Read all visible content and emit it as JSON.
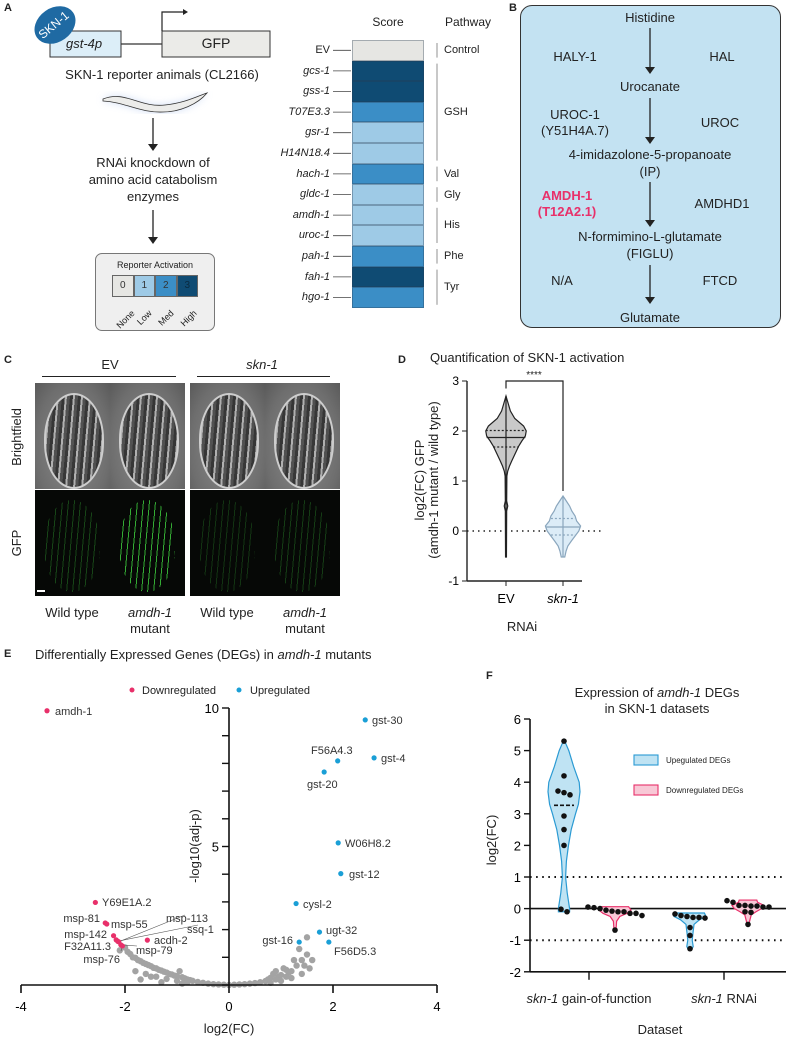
{
  "panel_labels": {
    "a": "A",
    "b": "B",
    "c": "C",
    "d": "D",
    "e": "E",
    "f": "F"
  },
  "colors": {
    "score_0": "#e6e6e3",
    "score_1": "#9ecae6",
    "score_2": "#3b8ec6",
    "score_3": "#0f4b73",
    "downregulated": "#e8306a",
    "upregulated": "#1a9fd6",
    "nonsignificant": "#a3a3a3",
    "pathway_box": "#c3e2f2"
  },
  "panel_a": {
    "factor": "SKN-1",
    "promoter": "gst-4p",
    "reporter": "GFP",
    "strain": "SKN-1 reporter animals (CL2166)",
    "step": [
      "RNAi knockdown of",
      "amino acid catabolism",
      "enzymes"
    ],
    "legend": {
      "title": "Reporter Activation",
      "levels": [
        {
          "value": "0",
          "label": "None"
        },
        {
          "value": "1",
          "label": "Low"
        },
        {
          "value": "2",
          "label": "Med"
        },
        {
          "value": "3",
          "label": "High"
        }
      ]
    },
    "heatmap": {
      "score_header": "Score",
      "pathway_header": "Pathway",
      "rows": [
        {
          "gene": "EV",
          "score": 0
        },
        {
          "gene": "gcs-1",
          "score": 3
        },
        {
          "gene": "gss-1",
          "score": 3
        },
        {
          "gene": "T07E3.3",
          "score": 2
        },
        {
          "gene": "gsr-1",
          "score": 1
        },
        {
          "gene": "H14N18.4",
          "score": 1
        },
        {
          "gene": "hach-1",
          "score": 2
        },
        {
          "gene": "gldc-1",
          "score": 1
        },
        {
          "gene": "amdh-1",
          "score": 1
        },
        {
          "gene": "uroc-1",
          "score": 1
        },
        {
          "gene": "pah-1",
          "score": 2
        },
        {
          "gene": "fah-1",
          "score": 3
        },
        {
          "gene": "hgo-1",
          "score": 2
        }
      ],
      "pathways": [
        {
          "name": "Control",
          "first": 0,
          "last": 0
        },
        {
          "name": "GSH",
          "first": 1,
          "last": 5
        },
        {
          "name": "Val",
          "first": 6,
          "last": 6
        },
        {
          "name": "Gly",
          "first": 7,
          "last": 7
        },
        {
          "name": "His",
          "first": 8,
          "last": 9
        },
        {
          "name": "Phe",
          "first": 10,
          "last": 10
        },
        {
          "name": "Tyr",
          "first": 11,
          "last": 12
        }
      ]
    }
  },
  "panel_b": {
    "metabolites": [
      "Histidine",
      "Urocanate",
      "4-imidazolone-5-propanoate",
      "(IP)",
      "N-formimino-L-glutamate",
      "(FIGLU)",
      "Glutamate"
    ],
    "worm_enzymes": [
      "HALY-1",
      "UROC-1",
      "(Y51H4A.7)",
      "AMDH-1",
      "(T12A2.1)",
      "N/A"
    ],
    "human_enzymes": [
      "HAL",
      "UROC",
      "AMDHD1",
      "FTCD"
    ]
  },
  "panel_c": {
    "groups": [
      "EV",
      "skn-1"
    ],
    "rows": [
      "Brightfield",
      "GFP"
    ],
    "columns": [
      {
        "line1": "Wild type",
        "line2": ""
      },
      {
        "line1": "amdh-1",
        "line2": "mutant"
      },
      {
        "line1": "Wild type",
        "line2": ""
      },
      {
        "line1": "amdh-1",
        "line2": "mutant"
      }
    ],
    "gfp_brightness": [
      0.35,
      0.95,
      0.25,
      0.3
    ]
  },
  "panel_d": {
    "chart_data": {
      "type": "violin",
      "title": "Quantification of SKN-1 activation",
      "ylabel_lines": [
        "log2(FC) GFP",
        "(amdh-1 mutant / wild type)"
      ],
      "xlabel": "RNAi",
      "ylim": [
        -1,
        3
      ],
      "yticks": [
        -1,
        0,
        1,
        2,
        3
      ],
      "reference_line": 0,
      "significance": "****",
      "groups": [
        {
          "name": "EV",
          "min": -0.52,
          "q1": 1.68,
          "median": 1.87,
          "q3": 2.01,
          "max": 2.7,
          "fill": "#c9c9c9",
          "stroke": "#222",
          "density": [
            [
              2.7,
              0
            ],
            [
              2.55,
              0.1
            ],
            [
              2.4,
              0.2
            ],
            [
              2.25,
              0.4
            ],
            [
              2.1,
              0.8
            ],
            [
              2.0,
              0.92
            ],
            [
              1.9,
              0.88
            ],
            [
              1.8,
              0.72
            ],
            [
              1.7,
              0.58
            ],
            [
              1.55,
              0.42
            ],
            [
              1.4,
              0.26
            ],
            [
              1.3,
              0.16
            ],
            [
              1.2,
              0.08
            ],
            [
              1.1,
              0.04
            ],
            [
              0.6,
              0.03
            ],
            [
              0.5,
              0.08
            ],
            [
              0.4,
              0.03
            ],
            [
              -0.52,
              0.02
            ]
          ]
        },
        {
          "name": "skn-1",
          "min": -0.52,
          "q1": -0.08,
          "median": 0.08,
          "q3": 0.25,
          "max": 0.7,
          "fill": "#dcecf7",
          "stroke": "#8aa6bd",
          "density": [
            [
              0.7,
              0
            ],
            [
              0.6,
              0.15
            ],
            [
              0.5,
              0.3
            ],
            [
              0.4,
              0.4
            ],
            [
              0.3,
              0.55
            ],
            [
              0.2,
              0.62
            ],
            [
              0.1,
              0.8
            ],
            [
              0.0,
              0.72
            ],
            [
              -0.1,
              0.55
            ],
            [
              -0.2,
              0.38
            ],
            [
              -0.3,
              0.22
            ],
            [
              -0.4,
              0.14
            ],
            [
              -0.52,
              0.08
            ]
          ]
        }
      ]
    }
  },
  "panel_e": {
    "title_parts": [
      {
        "text": "Differentially Expressed Genes (DEGs) in ",
        "italic": false
      },
      {
        "text": "amdh-1",
        "italic": true
      },
      {
        "text": " mutants",
        "italic": false
      }
    ],
    "chart_data": {
      "type": "scatter",
      "xlabel": "log2(FC)",
      "ylabel": "-log10(adj-p)",
      "xlim": [
        -4,
        4
      ],
      "ylim": [
        0,
        10
      ],
      "xticks": [
        -4,
        -2,
        0,
        2,
        4
      ],
      "yticks_labeled": [
        5,
        10
      ],
      "legend": [
        {
          "name": "Downregulated",
          "color": "#e8306a"
        },
        {
          "name": "Upregulated",
          "color": "#1a9fd6"
        }
      ],
      "legend_position": "top",
      "significant": [
        {
          "gene": "amdh-1",
          "x": -3.5,
          "y": 9.9,
          "dir": "down"
        },
        {
          "gene": "Y69E1A.2",
          "x": -2.57,
          "y": 2.98,
          "dir": "down"
        },
        {
          "gene": "msp-81",
          "x": -2.38,
          "y": 2.24,
          "dir": "down"
        },
        {
          "gene": "msp-55",
          "x": -2.35,
          "y": 2.2,
          "dir": "down"
        },
        {
          "gene": "msp-142",
          "x": -2.22,
          "y": 1.78,
          "dir": "down"
        },
        {
          "gene": "F32A11.3",
          "x": -2.17,
          "y": 1.63,
          "dir": "down"
        },
        {
          "gene": "ssq-1",
          "x": -2.14,
          "y": 1.58,
          "dir": "down"
        },
        {
          "gene": "msp-113",
          "x": -2.12,
          "y": 1.56,
          "dir": "down"
        },
        {
          "gene": "msp-79",
          "x": -2.08,
          "y": 1.45,
          "dir": "down"
        },
        {
          "gene": "msp-76",
          "x": -2.05,
          "y": 1.41,
          "dir": "down"
        },
        {
          "gene": "acdh-2",
          "x": -1.57,
          "y": 1.62,
          "dir": "down"
        },
        {
          "gene": "gst-30",
          "x": 2.62,
          "y": 9.57,
          "dir": "up"
        },
        {
          "gene": "gst-4",
          "x": 2.79,
          "y": 8.2,
          "dir": "up"
        },
        {
          "gene": "F56A4.3",
          "x": 2.09,
          "y": 8.09,
          "dir": "up"
        },
        {
          "gene": "gst-20",
          "x": 1.83,
          "y": 7.69,
          "dir": "up"
        },
        {
          "gene": "W06H8.2",
          "x": 2.1,
          "y": 5.13,
          "dir": "up"
        },
        {
          "gene": "gst-12",
          "x": 2.15,
          "y": 4.02,
          "dir": "up"
        },
        {
          "gene": "cysl-2",
          "x": 1.29,
          "y": 2.94,
          "dir": "up"
        },
        {
          "gene": "ugt-32",
          "x": 1.74,
          "y": 1.91,
          "dir": "up"
        },
        {
          "gene": "gst-16",
          "x": 1.35,
          "y": 1.55,
          "dir": "up"
        },
        {
          "gene": "F56D5.3",
          "x": 1.92,
          "y": 1.55,
          "dir": "up"
        }
      ],
      "nonsignificant": [
        [
          -2.0,
          1.35
        ],
        [
          -1.95,
          1.2
        ],
        [
          -1.9,
          1.12
        ],
        [
          -1.85,
          1.0
        ],
        [
          -1.8,
          0.98
        ],
        [
          -1.75,
          0.9
        ],
        [
          -1.7,
          0.86
        ],
        [
          -1.65,
          0.8
        ],
        [
          -1.6,
          0.76
        ],
        [
          -1.55,
          0.72
        ],
        [
          -1.5,
          0.68
        ],
        [
          -1.45,
          0.62
        ],
        [
          -1.4,
          0.6
        ],
        [
          -1.35,
          0.55
        ],
        [
          -1.3,
          0.52
        ],
        [
          -1.25,
          0.48
        ],
        [
          -1.2,
          0.45
        ],
        [
          -1.15,
          0.4
        ],
        [
          -1.1,
          0.38
        ],
        [
          -1.05,
          0.34
        ],
        [
          -1.0,
          0.32
        ],
        [
          -0.95,
          0.5
        ],
        [
          -0.9,
          0.28
        ],
        [
          -0.85,
          0.24
        ],
        [
          -0.8,
          0.2
        ],
        [
          -0.75,
          0.18
        ],
        [
          -0.7,
          0.15
        ],
        [
          -0.6,
          0.11
        ],
        [
          -0.5,
          0.08
        ],
        [
          -0.4,
          0.05
        ],
        [
          -0.3,
          0.03
        ],
        [
          -0.2,
          0.02
        ],
        [
          -0.1,
          0.01
        ],
        [
          0.0,
          0.0
        ],
        [
          0.1,
          0.01
        ],
        [
          0.2,
          0.02
        ],
        [
          0.3,
          0.03
        ],
        [
          0.4,
          0.05
        ],
        [
          0.5,
          0.07
        ],
        [
          0.6,
          0.1
        ],
        [
          0.7,
          0.14
        ],
        [
          0.75,
          0.2
        ],
        [
          0.8,
          0.26
        ],
        [
          0.85,
          0.4
        ],
        [
          0.9,
          0.5
        ],
        [
          0.95,
          0.3
        ],
        [
          1.0,
          0.36
        ],
        [
          1.05,
          0.6
        ],
        [
          1.1,
          0.55
        ],
        [
          1.15,
          0.45
        ],
        [
          1.2,
          0.5
        ],
        [
          1.25,
          0.9
        ],
        [
          1.3,
          0.7
        ],
        [
          1.35,
          1.3
        ],
        [
          1.4,
          0.9
        ],
        [
          1.45,
          0.7
        ],
        [
          1.5,
          1.72
        ],
        [
          1.5,
          1.1
        ],
        [
          1.55,
          0.6
        ],
        [
          1.6,
          0.9
        ],
        [
          -1.8,
          0.5
        ],
        [
          -1.6,
          0.4
        ],
        [
          -1.4,
          0.3
        ],
        [
          -1.2,
          0.22
        ],
        [
          -1.0,
          0.15
        ],
        [
          -0.8,
          0.1
        ],
        [
          -1.7,
          0.2
        ],
        [
          -1.3,
          0.1
        ],
        [
          -0.9,
          0.05
        ],
        [
          0.8,
          0.08
        ],
        [
          1.0,
          0.15
        ],
        [
          1.2,
          0.25
        ],
        [
          1.4,
          0.4
        ],
        [
          -2.1,
          1.25
        ],
        [
          -1.5,
          0.3
        ],
        [
          0.9,
          0.2
        ],
        [
          1.1,
          0.3
        ]
      ]
    }
  },
  "panel_f": {
    "title_parts": [
      {
        "text": "Expression of ",
        "italic": false
      },
      {
        "text": "amdh-1",
        "italic": true
      },
      {
        "text": " DEGs",
        "italic": false
      }
    ],
    "title_line2": "in SKN-1 datasets",
    "chart_data": {
      "type": "violin",
      "ylabel": "log2(FC)",
      "xlabel": "Dataset",
      "ylim": [
        -2,
        6
      ],
      "yticks": [
        -2,
        -1,
        0,
        1,
        2,
        3,
        4,
        5,
        6
      ],
      "reference_lines": [
        1,
        -1
      ],
      "categories": [
        {
          "italic": "skn-1",
          "text": " gain-of-function"
        },
        {
          "italic": "skn-1",
          "text": " RNAi"
        }
      ],
      "legend": [
        {
          "name": "Upegulated DEGs",
          "fill": "#bfe3f3",
          "stroke": "#2a9ad3"
        },
        {
          "name": "Downregulated DEGs",
          "fill": "#f8c8d6",
          "stroke": "#e8306a"
        }
      ],
      "legend_position": "top-right",
      "series": [
        {
          "name": "Upegulated DEGs",
          "category": 0,
          "median": 3.27,
          "values": [
            5.3,
            4.2,
            3.72,
            3.6,
            3.67,
            2.93,
            2.5,
            2.0,
            -0.1,
            -0.02
          ],
          "density": [
            [
              5.35,
              0
            ],
            [
              5.0,
              0.3
            ],
            [
              4.5,
              0.6
            ],
            [
              4.0,
              0.95
            ],
            [
              3.7,
              1.0
            ],
            [
              3.3,
              0.9
            ],
            [
              3.0,
              0.72
            ],
            [
              2.5,
              0.45
            ],
            [
              2.0,
              0.28
            ],
            [
              1.5,
              0.15
            ],
            [
              1.0,
              0.1
            ],
            [
              0.5,
              0.2
            ],
            [
              0.0,
              0.35
            ],
            [
              -0.1,
              0.35
            ]
          ]
        },
        {
          "name": "Downregulated DEGs",
          "category": 0,
          "median": -0.1,
          "values": [
            0.03,
            0.05,
            -0.05,
            -0.08,
            -0.1,
            0.0,
            -0.15,
            -0.22,
            -0.15,
            -0.1,
            -0.68
          ],
          "density": [
            [
              0.06,
              0.85
            ],
            [
              -0.05,
              1.0
            ],
            [
              -0.15,
              0.75
            ],
            [
              -0.25,
              0.3
            ],
            [
              -0.4,
              0.1
            ],
            [
              -0.7,
              0.06
            ]
          ]
        },
        {
          "name": "Upegulated DEGs",
          "category": 1,
          "median": -0.27,
          "values": [
            -0.17,
            -0.22,
            -0.25,
            -0.28,
            -0.3,
            -0.28,
            -0.6,
            -0.85,
            -1.27
          ],
          "density": [
            [
              -0.14,
              0.9
            ],
            [
              -0.25,
              1.0
            ],
            [
              -0.35,
              0.6
            ],
            [
              -0.5,
              0.25
            ],
            [
              -0.8,
              0.18
            ],
            [
              -1.0,
              0.14
            ],
            [
              -1.2,
              0.2
            ],
            [
              -1.3,
              0.1
            ]
          ]
        },
        {
          "name": "Downregulated DEGs",
          "category": 1,
          "median": 0.06,
          "values": [
            0.25,
            0.2,
            0.1,
            0.05,
            0.08,
            0.05,
            0.08,
            0.1,
            -0.1,
            -0.12,
            -0.5
          ],
          "density": [
            [
              0.27,
              0.55
            ],
            [
              0.2,
              0.6
            ],
            [
              0.1,
              1.0
            ],
            [
              0.0,
              0.85
            ],
            [
              -0.1,
              0.5
            ],
            [
              -0.2,
              0.2
            ],
            [
              -0.5,
              0.05
            ]
          ]
        }
      ]
    }
  }
}
